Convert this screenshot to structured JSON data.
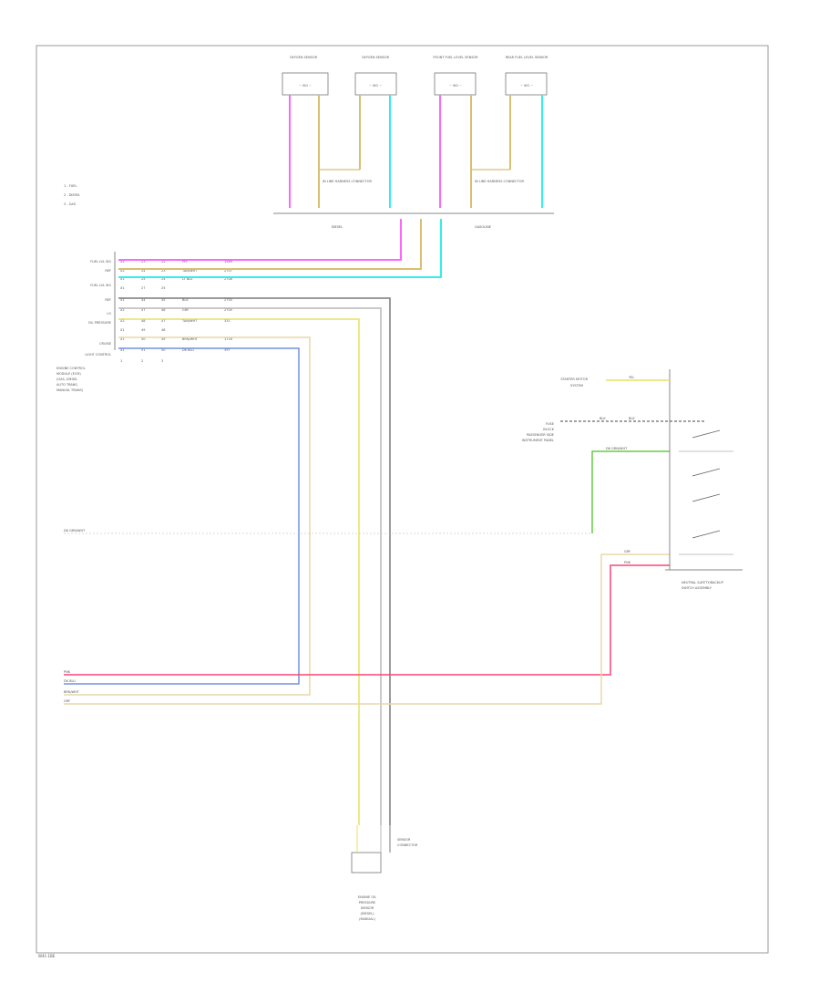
{
  "colors": {
    "pink": "#ff66ff",
    "tan": "#d8c070",
    "cyan": "#33eeee",
    "gray": "#b8b8b8",
    "dgray": "#7a7a7a",
    "yellow": "#e8e060",
    "blue": "#7090e0",
    "red": "#ff4477",
    "green": "#66cc44",
    "cream": "#e8d8a8",
    "black": "#444444"
  },
  "sensors": [
    {
      "label": "OXYGEN SENSOR"
    },
    {
      "label": "OXYGEN SENSOR"
    },
    {
      "label": "FRONT FUEL LEVEL SENSOR"
    },
    {
      "label": "REAR FUEL LEVEL SENSOR"
    }
  ],
  "sensor_inner": [
    "~ SIG ~",
    "~ SIG ~",
    "~ SIG ~",
    "~ SIG ~"
  ],
  "splice_labels": [
    "IN LINE HARNESS CONNECTOR",
    "IN LINE HARNESS CONNECTOR"
  ],
  "bus_labels": [
    "DIESEL",
    "GASOLINE"
  ],
  "key": [
    "1 - FUEL",
    "2 - DIESEL",
    "3 - GAS"
  ],
  "ecm_pins": [
    {
      "name": "FUEL LVL SIG",
      "c1": "X2",
      "c2": "23",
      "c3": "22",
      "color": "PPL",
      "circuit": "1589"
    },
    {
      "name": "REF",
      "c1": "X2",
      "c2": "24",
      "c3": "23",
      "color": "TAN/WHT",
      "circuit": "2707"
    },
    {
      "name": "FUEL LVL SIG",
      "c1": "X1",
      "c2": "25",
      "c3": "24",
      "color": "LT BLU",
      "circuit": "2708"
    },
    {
      "name": "",
      "c1": "X1",
      "c2": "27",
      "c3": "25",
      "color": "",
      "circuit": ""
    },
    {
      "name": "REF",
      "c1": "X1",
      "c2": "44",
      "c3": "45",
      "color": "BLK",
      "circuit": "2755"
    },
    {
      "name": "LO",
      "c1": "X2",
      "c2": "47",
      "c3": "46",
      "color": "GRY",
      "circuit": "2705"
    },
    {
      "name": "OIL PRESSURE",
      "c1": "X2",
      "c2": "48",
      "c3": "47",
      "color": "TAN/WHT",
      "circuit": "331"
    },
    {
      "name": "",
      "c1": "X1",
      "c2": "49",
      "c3": "48",
      "color": "",
      "circuit": ""
    },
    {
      "name": "CRUISE",
      "c1": "X1",
      "c2": "50",
      "c3": "49",
      "color": "BRN/WHT",
      "circuit": "1716"
    },
    {
      "name": "LIGHT CONTROL",
      "c1": "X1",
      "c2": "51",
      "c3": "50",
      "color": "DK BLU",
      "circuit": "397"
    },
    {
      "name": "",
      "c1": "1",
      "c2": "2",
      "c3": "3",
      "color": "",
      "circuit": ""
    }
  ],
  "ecm_label": [
    "ENGINE CONTROL",
    "MODULE (ECM)",
    "(GAS, DIESEL",
    "AUTO TRANS,",
    "MANUAL TRANS)"
  ],
  "middle_label": "DK GRN/WHT",
  "switch": {
    "label1": "STARTER MOTOR",
    "label1b": "SYSTEM",
    "label2": [
      "FUSE",
      "BLOCK",
      "PASSENGER SIDE",
      "INSTRUMENT PANEL"
    ],
    "wire1": "YEL",
    "wire2a": "BLK",
    "wire2b": "BLK",
    "wire3": "DK GRN/WHT",
    "wire4": "GRY",
    "wire5": "PNK",
    "label_bottom": [
      "NEUTRAL SAFETY/BACKUP",
      "SWITCH ASSEMBLY"
    ]
  },
  "bottom_wires": [
    {
      "label": "PNK"
    },
    {
      "label": "DK BLU"
    },
    {
      "label": "BRN/WHT"
    },
    {
      "label": "GRY"
    }
  ],
  "bottom_conn": {
    "label_side": [
      "SENSOR",
      "CONNECTOR"
    ],
    "label_bottom": [
      "ENGINE OIL",
      "PRESSURE",
      "SENSOR",
      "(DIESEL)",
      "(MANUAL)"
    ]
  },
  "footer_code": "W41-1BE"
}
